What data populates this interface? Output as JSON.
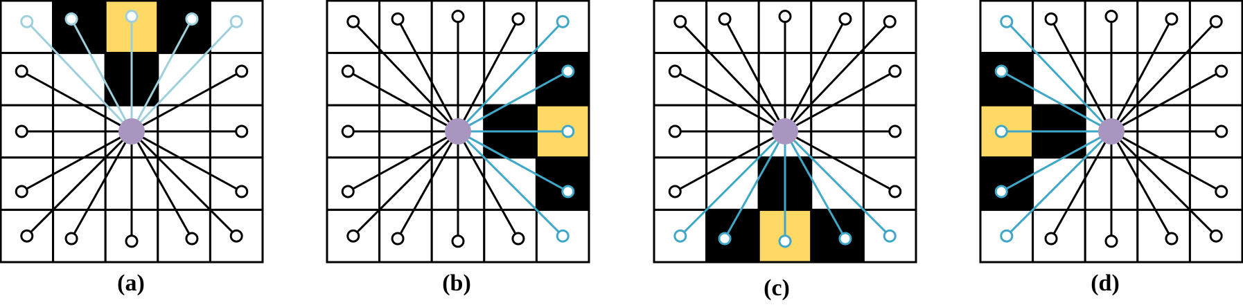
{
  "colors": {
    "grid_line": "#000000",
    "cell_white": "#ffffff",
    "cell_black": "#000000",
    "cell_target": "#FFD966",
    "spoke_default": "#000000",
    "spoke_highlight_a": "#9ED0DC",
    "spoke_highlight": "#3FA7C8",
    "center_node": "#A896C0"
  },
  "panels": [
    {
      "caption": "(a)",
      "direction": "up",
      "grid": [
        [
          "w",
          "b",
          "y",
          "b",
          "w"
        ],
        [
          "w",
          "w",
          "b",
          "w",
          "w"
        ],
        [
          "w",
          "w",
          "w",
          "w",
          "w"
        ],
        [
          "w",
          "w",
          "w",
          "w",
          "w"
        ],
        [
          "w",
          "w",
          "w",
          "w",
          "w"
        ]
      ],
      "highlight_color": "spoke_highlight_a",
      "highlight_endpoints": [
        "t0",
        "t1",
        "t2",
        "t3",
        "t4"
      ]
    },
    {
      "caption": "(b)",
      "direction": "right",
      "grid": [
        [
          "w",
          "w",
          "w",
          "w",
          "w"
        ],
        [
          "w",
          "w",
          "w",
          "w",
          "b"
        ],
        [
          "w",
          "w",
          "w",
          "b",
          "y"
        ],
        [
          "w",
          "w",
          "w",
          "w",
          "b"
        ],
        [
          "w",
          "w",
          "w",
          "w",
          "w"
        ]
      ],
      "highlight_color": "spoke_highlight",
      "highlight_endpoints": [
        "t4",
        "r1",
        "r2",
        "r3",
        "b4"
      ]
    },
    {
      "caption": "(c)",
      "direction": "down",
      "grid": [
        [
          "w",
          "w",
          "w",
          "w",
          "w"
        ],
        [
          "w",
          "w",
          "w",
          "w",
          "w"
        ],
        [
          "w",
          "w",
          "w",
          "w",
          "w"
        ],
        [
          "w",
          "w",
          "b",
          "w",
          "w"
        ],
        [
          "w",
          "b",
          "y",
          "b",
          "w"
        ]
      ],
      "highlight_color": "spoke_highlight",
      "highlight_endpoints": [
        "b0",
        "b1",
        "b2",
        "b3",
        "b4"
      ]
    },
    {
      "caption": "(d)",
      "direction": "left",
      "grid": [
        [
          "w",
          "w",
          "w",
          "w",
          "w"
        ],
        [
          "b",
          "w",
          "w",
          "w",
          "w"
        ],
        [
          "y",
          "b",
          "w",
          "w",
          "w"
        ],
        [
          "b",
          "w",
          "w",
          "w",
          "w"
        ],
        [
          "w",
          "w",
          "w",
          "w",
          "w"
        ]
      ],
      "highlight_color": "spoke_highlight",
      "highlight_endpoints": [
        "t0",
        "l1",
        "l2",
        "l3",
        "b0"
      ]
    }
  ]
}
